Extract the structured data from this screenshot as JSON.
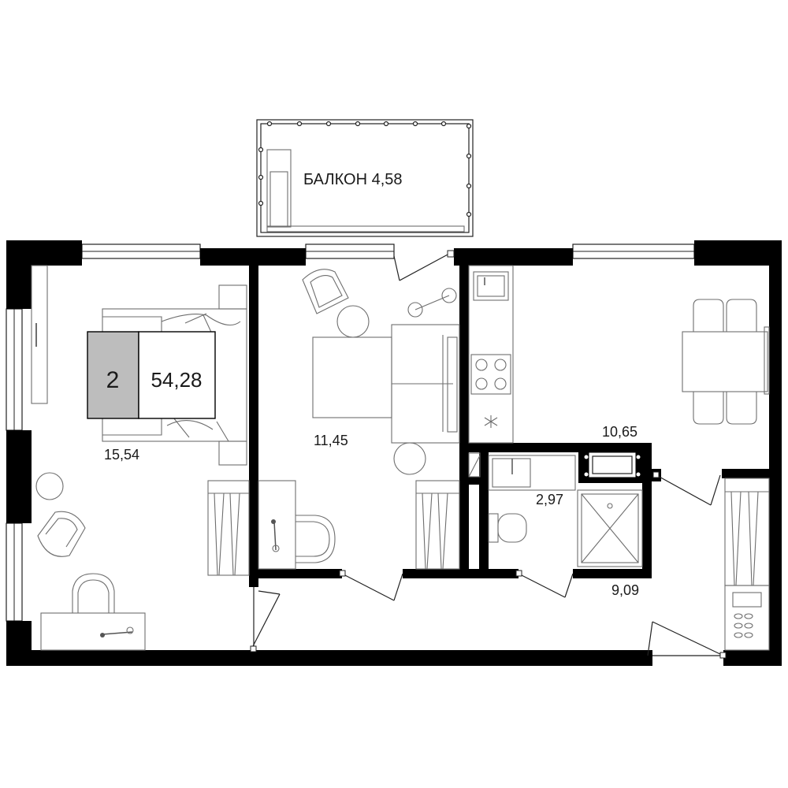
{
  "plan": {
    "badge": {
      "rooms": "2",
      "total_area": "54,28",
      "rooms_fill": "#bdbdbd"
    },
    "rooms": [
      {
        "id": "bedroom",
        "area": "15,54"
      },
      {
        "id": "living",
        "area": "11,45"
      },
      {
        "id": "kitchen",
        "area": "10,65"
      },
      {
        "id": "bathroom",
        "area": "2,97"
      },
      {
        "id": "hall",
        "area": "9,09"
      }
    ],
    "balcony": {
      "label": "БАЛКОН 4,58"
    }
  }
}
